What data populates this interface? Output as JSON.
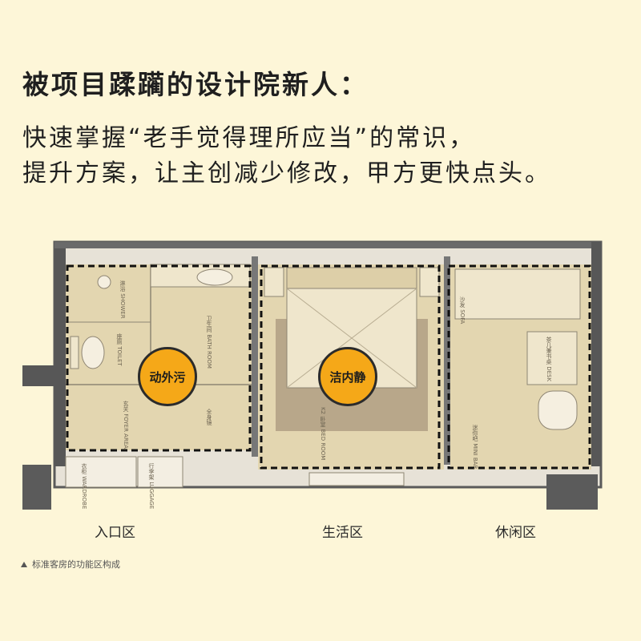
{
  "header": {
    "headline": "被项目蹂躏的设计院新人：",
    "line1": "快速掌握“老手觉得理所应当”的常识，",
    "line2": "提升方案，让主创减少修改，甲方更快点头。"
  },
  "floorplan": {
    "badges": {
      "dirty": "动外污",
      "clean": "洁内静"
    },
    "rooms": {
      "shower": "淋浴 SHOWER",
      "bathroom": "卫生间 BATH ROOM",
      "toilet": "座厕 TOILET",
      "foyer": "玄关 FOYER AREA",
      "mirror": "全身镜",
      "bedroom": "K2 卧室 BED ROOM",
      "sofa": "沙发 SOFA",
      "desk": "茶几兼书桌 DESK",
      "minibar": "迷你吧 MINI BAR",
      "wardrobe": "衣柜 WARDROBE",
      "luggage": "行李架 LUGGAGE"
    },
    "colors": {
      "zone_fill": "#e3d6b0",
      "wall": "#4b4b4b",
      "badge": "#f5a818",
      "rug": "#b8a78a"
    }
  },
  "zones": {
    "entry": "入口区",
    "living": "生活区",
    "leisure": "休闲区"
  },
  "caption": "标准客房的功能区构成"
}
